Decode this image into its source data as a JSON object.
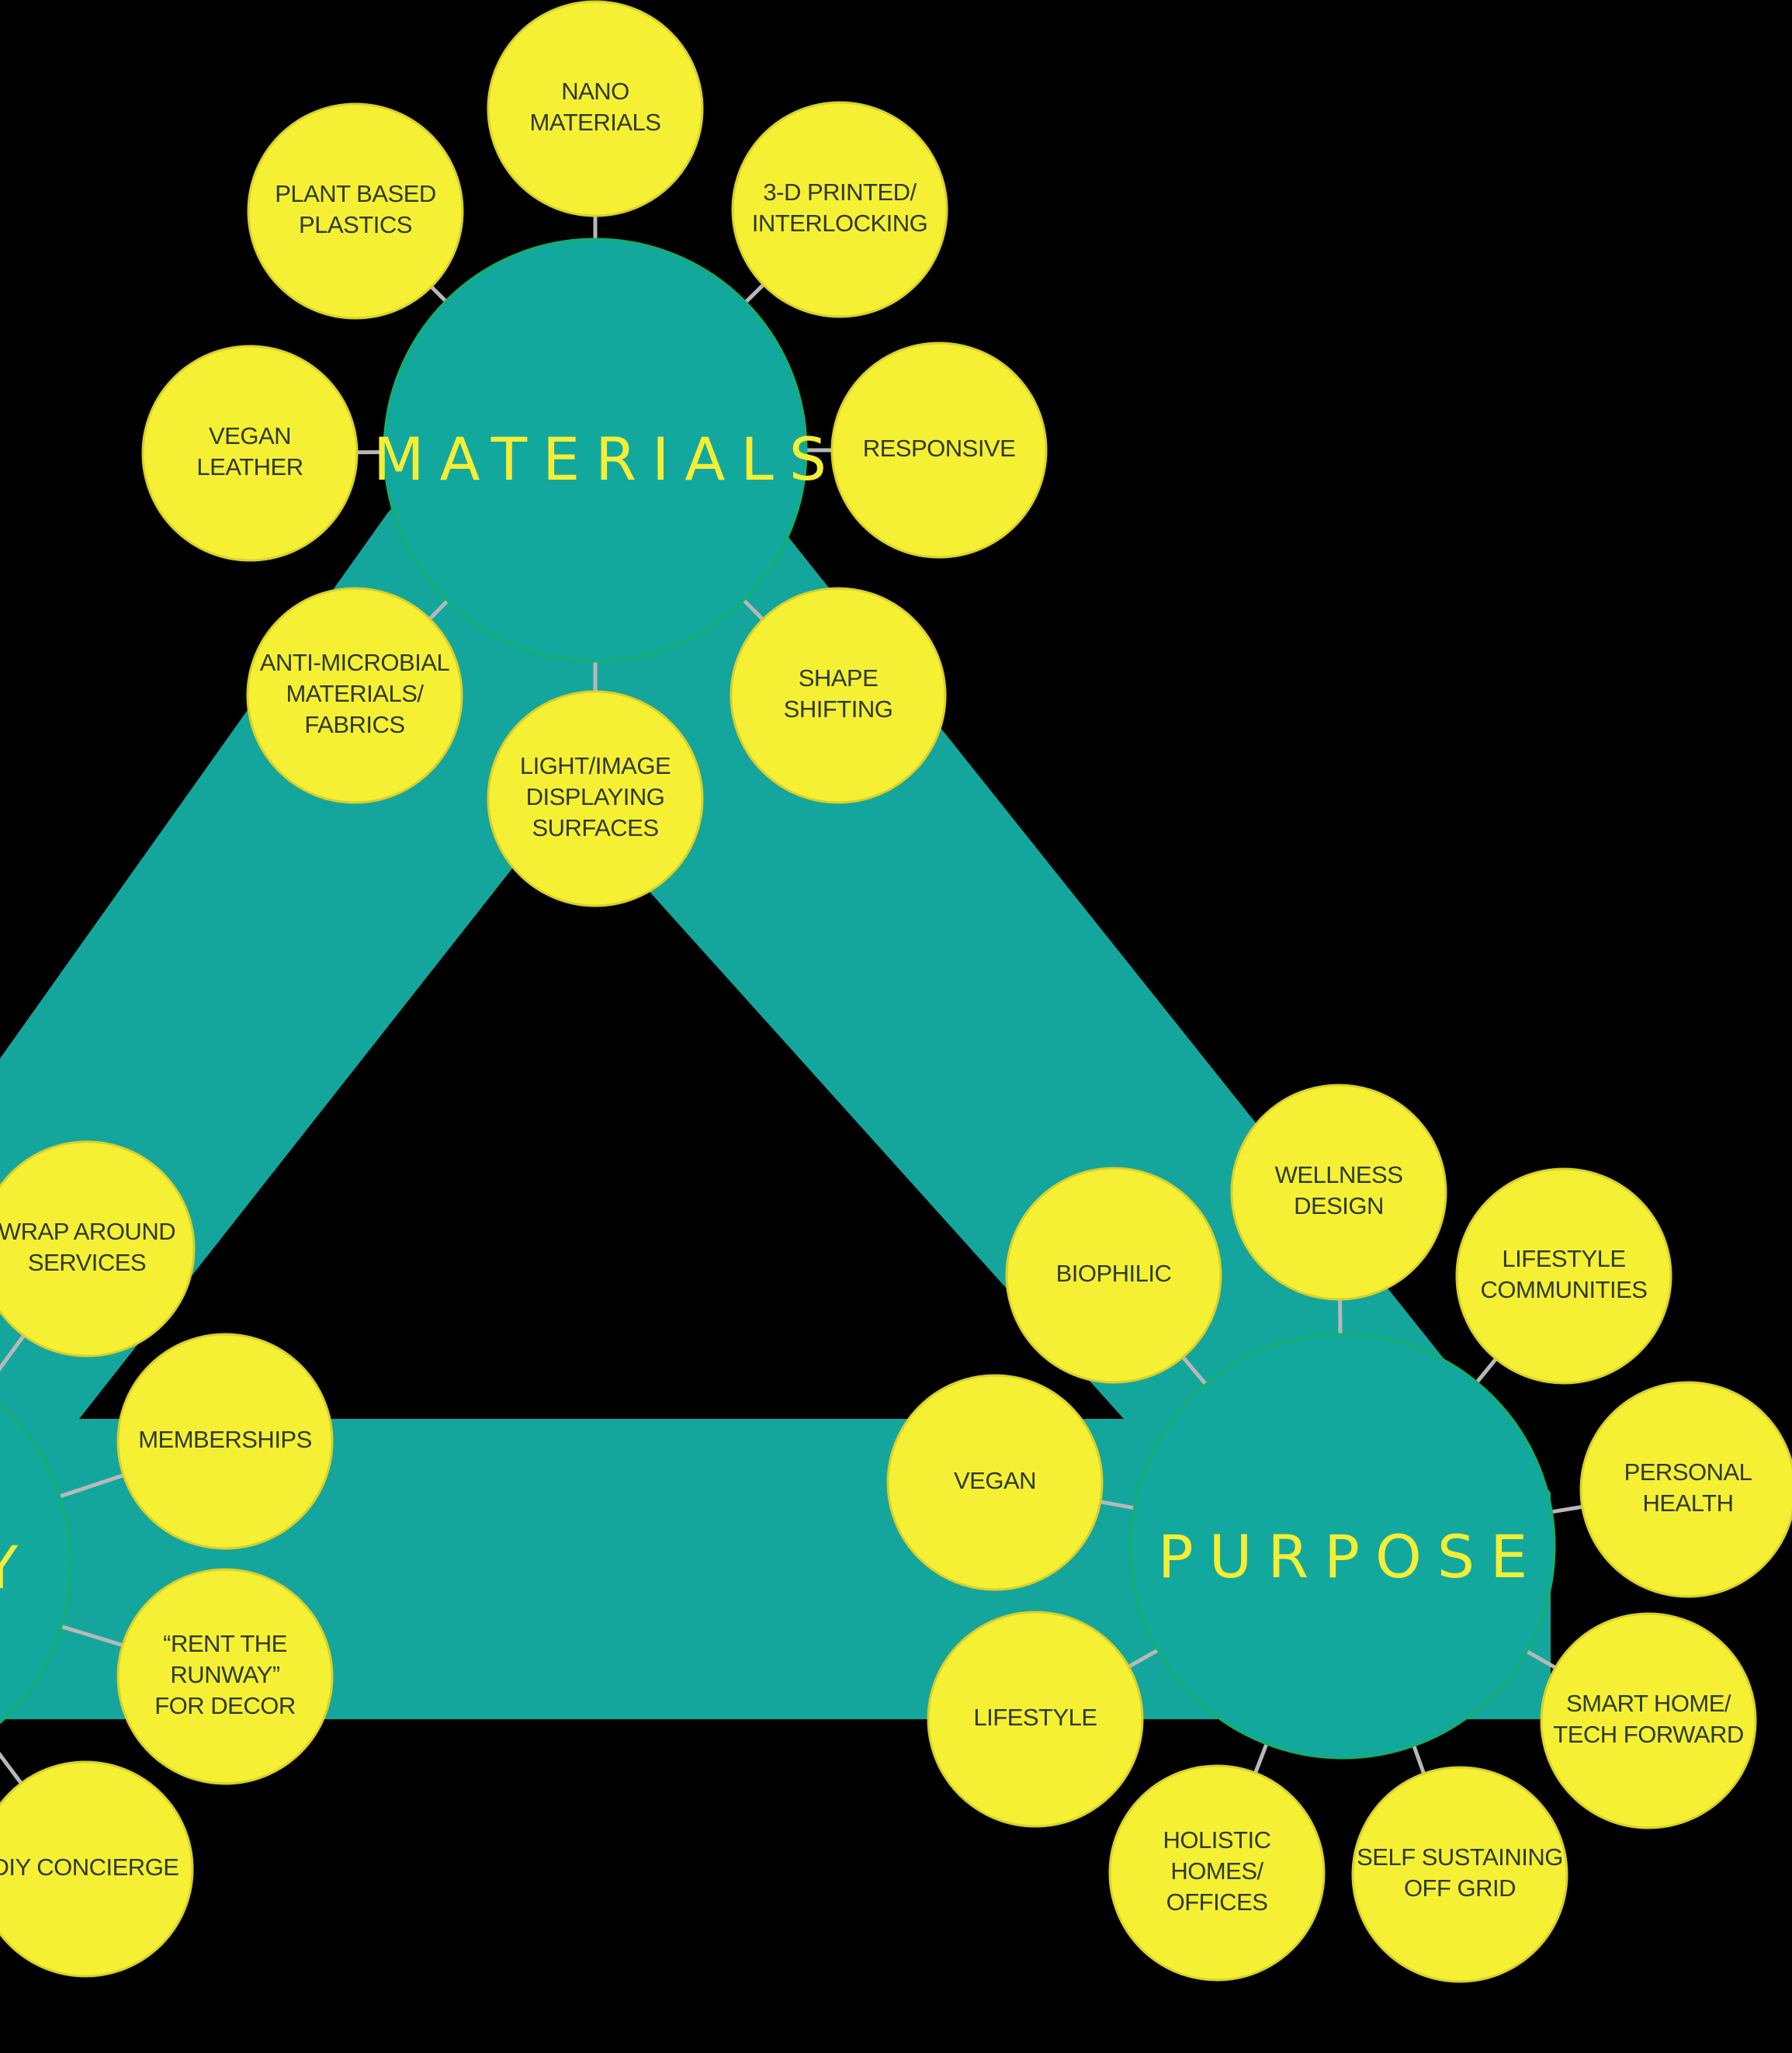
{
  "colors": {
    "background": "#000000",
    "band": "#14a69c",
    "hub_fill": "#13a89d",
    "hub_stroke": "#14b06a",
    "satellite_fill": "#f5f034",
    "satellite_stroke": "#d9d02a",
    "connector": "#b8b8b8",
    "hub_text": "#f5ee35",
    "satellite_text": "#2e3a2a"
  },
  "hubs": [
    {
      "id": "materials",
      "label": "MATERIALS"
    },
    {
      "id": "purpose",
      "label": "PURPOSE"
    },
    {
      "id": "left",
      "label": "Y"
    }
  ],
  "satellites": [
    {
      "id": "nano-materials",
      "hub": "materials",
      "lines": [
        "NANO",
        "MATERIALS"
      ]
    },
    {
      "id": "plant-based-plastics",
      "hub": "materials",
      "lines": [
        "PLANT BASED",
        "PLASTICS"
      ]
    },
    {
      "id": "3d-printed",
      "hub": "materials",
      "lines": [
        "3-D PRINTED/",
        "INTERLOCKING"
      ]
    },
    {
      "id": "vegan-leather",
      "hub": "materials",
      "lines": [
        "VEGAN",
        "LEATHER"
      ]
    },
    {
      "id": "responsive",
      "hub": "materials",
      "lines": [
        "RESPONSIVE"
      ]
    },
    {
      "id": "anti-microbial",
      "hub": "materials",
      "lines": [
        "ANTI-MICROBIAL",
        "MATERIALS/",
        "FABRICS"
      ]
    },
    {
      "id": "light-image",
      "hub": "materials",
      "lines": [
        "LIGHT/IMAGE",
        "DISPLAYING",
        "SURFACES"
      ]
    },
    {
      "id": "shape-shifting",
      "hub": "materials",
      "lines": [
        "SHAPE",
        "SHIFTING"
      ]
    },
    {
      "id": "wellness-design",
      "hub": "purpose",
      "lines": [
        "WELLNESS",
        "DESIGN"
      ]
    },
    {
      "id": "biophilic",
      "hub": "purpose",
      "lines": [
        "BIOPHILIC"
      ]
    },
    {
      "id": "lifestyle-communities",
      "hub": "purpose",
      "lines": [
        "LIFESTYLE",
        "COMMUNITIES"
      ]
    },
    {
      "id": "personal-health",
      "hub": "purpose",
      "lines": [
        "PERSONAL",
        "HEALTH"
      ]
    },
    {
      "id": "vegan",
      "hub": "purpose",
      "lines": [
        "VEGAN"
      ]
    },
    {
      "id": "lifestyle",
      "hub": "purpose",
      "lines": [
        "LIFESTYLE"
      ]
    },
    {
      "id": "smart-home",
      "hub": "purpose",
      "lines": [
        "SMART HOME/",
        "TECH FORWARD"
      ]
    },
    {
      "id": "holistic-homes",
      "hub": "purpose",
      "lines": [
        "HOLISTIC",
        "HOMES/",
        "OFFICES"
      ]
    },
    {
      "id": "self-sustaining",
      "hub": "purpose",
      "lines": [
        "SELF SUSTAINING",
        "OFF GRID"
      ]
    },
    {
      "id": "wrap-around-services",
      "hub": "left",
      "lines": [
        "WRAP AROUND",
        "SERVICES"
      ]
    },
    {
      "id": "memberships",
      "hub": "left",
      "lines": [
        "MEMBERSHIPS"
      ]
    },
    {
      "id": "rent-the-runway",
      "hub": "left",
      "lines": [
        "“RENT THE",
        "RUNWAY”",
        "FOR DECOR"
      ]
    },
    {
      "id": "diy-concierge",
      "hub": "left",
      "lines": [
        "DIY CONCIERGE"
      ]
    }
  ]
}
